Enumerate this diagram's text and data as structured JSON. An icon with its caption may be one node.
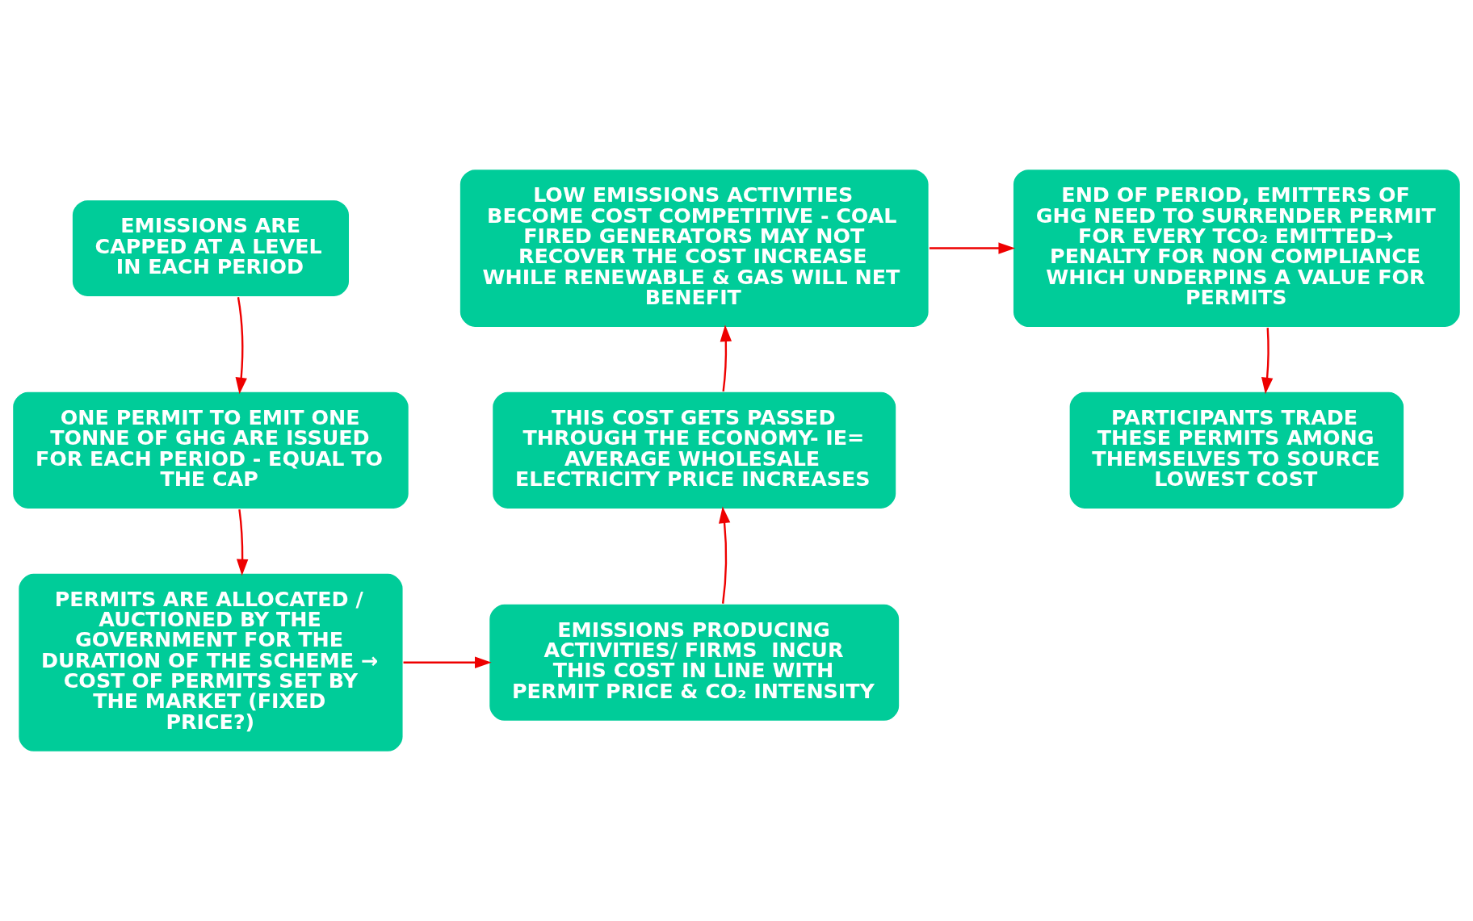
{
  "diagram": {
    "nodes": [
      {
        "text": [
          "EMISSIONS ARE CAPPED AT A LEVEL IN EACH PERIOD"
        ]
      },
      {
        "text": [
          "ONE PERMIT TO EMIT ONE TONNE OF GHG ARE ISSUED  FOR EACH PERIOD - EQUAL TO THE CAP"
        ]
      },
      {
        "text": [
          "PERMITS ARE ALLOCATED / AUCTIONED BY THE GOVERNMENT FOR THE DURATION OF THE SCHEME → COST OF PERMITS SET BY THE MARKET (FIXED PRICE?)"
        ]
      },
      {
        "text": [
          "EMISSIONS PRODUCING ACTIVITIES/ FIRMS  INCUR THIS COST IN LINE WITH PERMIT PRICE & CO₂ INTENSITY"
        ]
      },
      {
        "text": [
          "THIS COST GETS PASSED THROUGH THE ECONOMY- IE= AVERAGE WHOLESALE ELECTRICITY PRICE INCREASES"
        ]
      },
      {
        "text": [
          "LOW EMISSIONS ACTIVITIES BECOME COST COMPETITIVE - COAL FIRED GENERATORS MAY NOT RECOVER THE COST INCREASE WHILE RENEWABLE & GAS WILL NET BENEFIT"
        ]
      },
      {
        "text": [
          "END OF PERIOD, EMITTERS OF GHG NEED TO SURRENDER PERMIT FOR EVERY TCO₂ EMITTED→ PENALTY FOR NON COMPLIANCE WHICH UNDERPINS A VALUE FOR PERMITS"
        ]
      },
      {
        "text": [
          "PARTICIPANTS TRADE THESE PERMITS AMONG THEMSELVES TO SOURCE LOWEST COST"
        ]
      }
    ],
    "edges": [
      {
        "from": 0,
        "to": 1,
        "arrow": "to"
      },
      {
        "from": 1,
        "to": 2,
        "arrow": "to"
      },
      {
        "from": 2,
        "to": 3,
        "arrow": "to"
      },
      {
        "from": 3,
        "to": 4,
        "arrow": "to"
      },
      {
        "from": 4,
        "to": 5,
        "arrow": "to"
      },
      {
        "from": 5,
        "to": 6,
        "arrow": "to"
      },
      {
        "from": 6,
        "to": 7,
        "arrow": "to"
      }
    ]
  }
}
